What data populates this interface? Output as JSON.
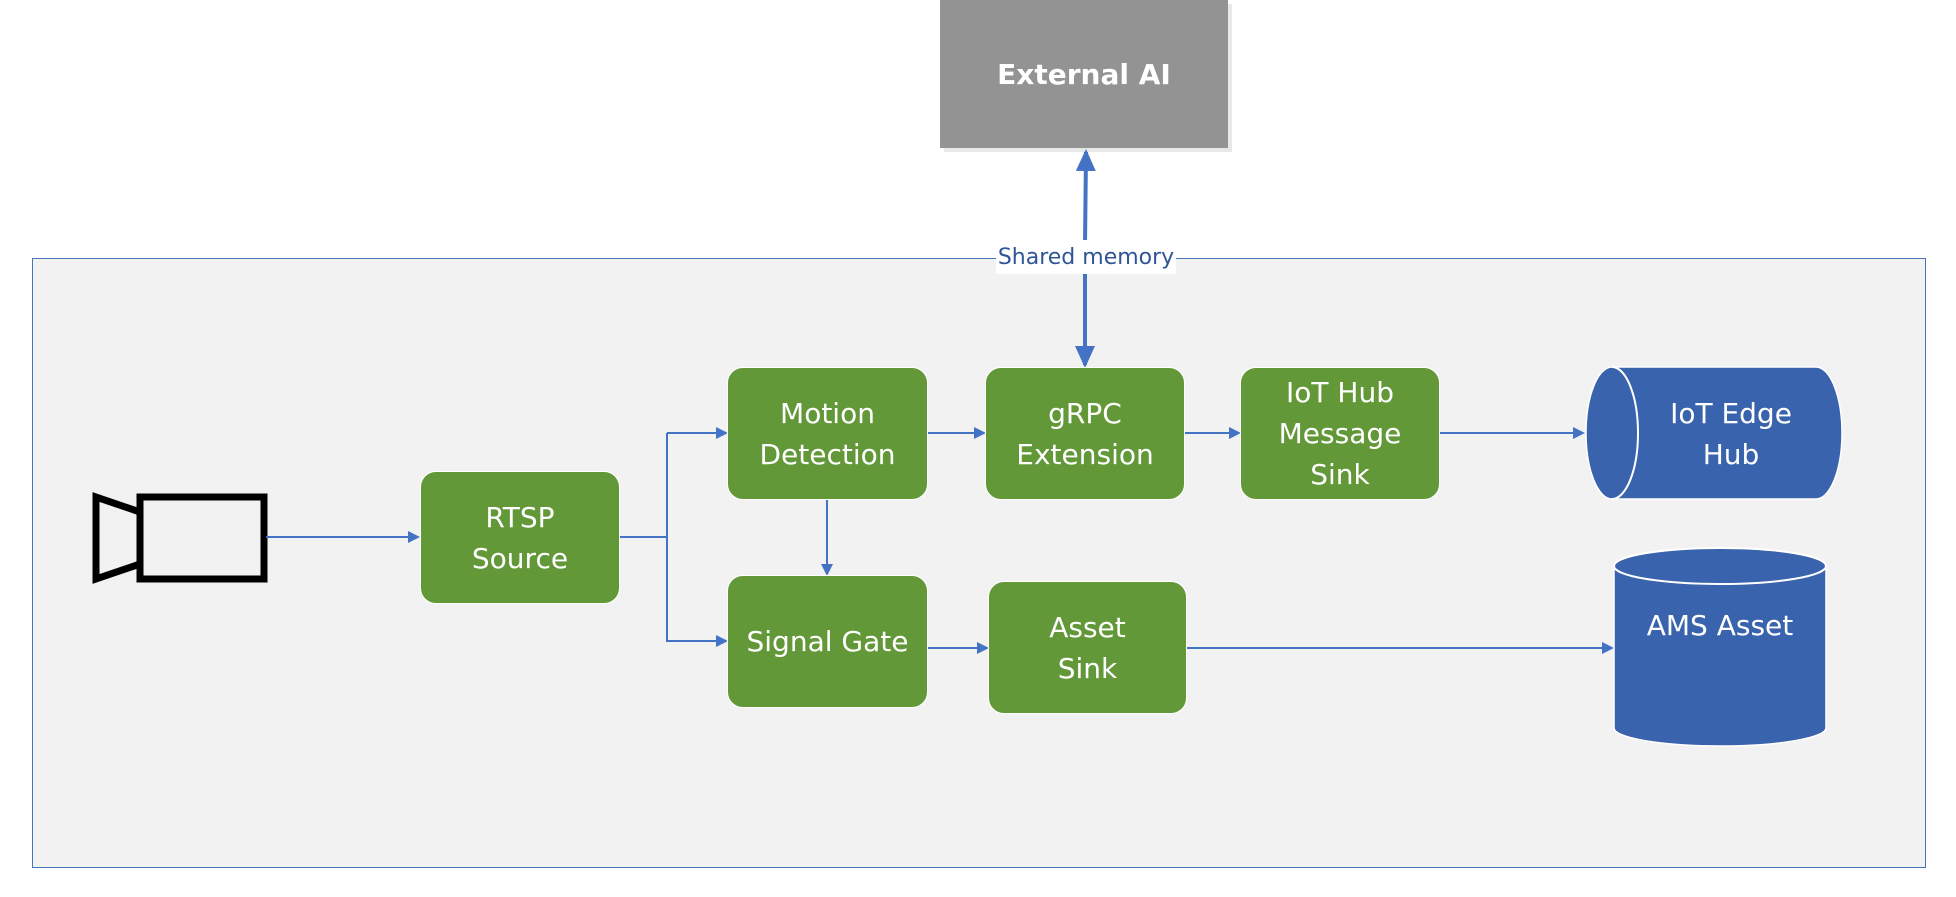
{
  "diagram": {
    "external_ai": {
      "label": "External AI"
    },
    "shared_memory": {
      "label": "Shared memory"
    },
    "nodes": {
      "rtsp_source": "RTSP\nSource",
      "motion_detection": "Motion\nDetection",
      "signal_gate": "Signal Gate",
      "grpc_extension": "gRPC\nExtension",
      "asset_sink": "Asset\nSink",
      "iot_hub_message_sink": "IoT Hub\nMessage\nSink",
      "iot_edge_hub": "IoT Edge\nHub",
      "ams_asset": "AMS Asset"
    },
    "colors": {
      "node_green": "#629837",
      "cylinder_blue": "#3a63ad",
      "edge_blue": "#4472c4",
      "external_gray": "#939393",
      "frame_bg": "#f2f2f2"
    },
    "icons": {
      "source": "camera-icon"
    }
  }
}
